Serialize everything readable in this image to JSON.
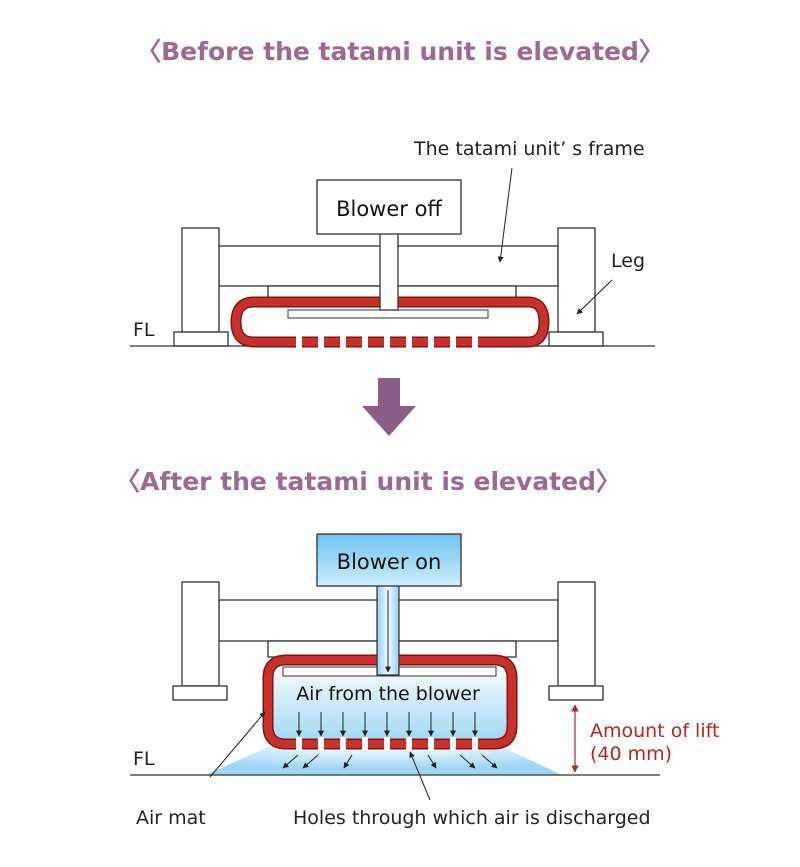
{
  "before": {
    "title": "〈Before the tatami unit is elevated〉",
    "blower_label": "Blower off",
    "frame_label": "The tatami unit’ s frame",
    "leg_label": "Leg",
    "floor_label": "FL"
  },
  "after": {
    "title": "〈After the tatami unit is elevated〉",
    "blower_label": "Blower on",
    "air_label": "Air from the blower",
    "lift_label_line1": "Amount of lift",
    "lift_label_line2": "(40 mm)",
    "floor_label": "FL",
    "airmat_label": "Air mat",
    "holes_label": "Holes through which air is discharged"
  },
  "colors": {
    "title": "#9b6a92",
    "arrow": "#8c5d86",
    "air_mat": "#c7302b",
    "air_mat_dark": "#7a1712",
    "air_blue": "#9fd4f2",
    "lift_annotation": "#b5261e"
  }
}
